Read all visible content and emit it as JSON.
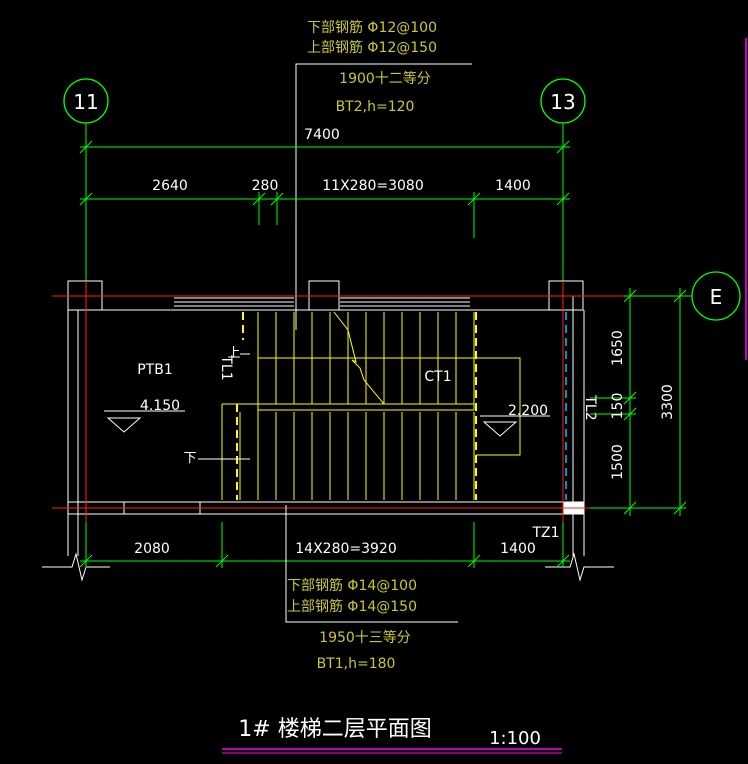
{
  "axes": {
    "left": "11",
    "right": "13",
    "row": "E"
  },
  "upper_note": {
    "bottom_rebar": "下部钢筋 Φ12@100",
    "top_rebar": "上部钢筋 Φ12@150",
    "division": "1900十二等分",
    "slab": "BT2,h=120"
  },
  "lower_note": {
    "bottom_rebar": "下部钢筋 Φ14@100",
    "top_rebar": "上部钢筋 Φ14@150",
    "division": "1950十三等分",
    "slab": "BT1,h=180"
  },
  "dims_top": {
    "total": "7400",
    "d1": "2640",
    "d2": "280",
    "d3": "11X280=3080",
    "d4": "1400"
  },
  "dims_bottom": {
    "d1": "2080",
    "d2": "14X280=3920",
    "d3": "1400"
  },
  "dims_right": {
    "d1": "1650",
    "d2": "150",
    "d3": "1500",
    "total": "3300"
  },
  "labels": {
    "ptb": "PTB1",
    "level_left": "4.150",
    "level_right": "2.200",
    "ct": "CT1",
    "tl_left": "TL1",
    "tl_right": "TL2",
    "tz": "TZ1",
    "up": "上",
    "down": "下"
  },
  "title": {
    "main": "1# 楼梯二层平面图",
    "scale": "1:100"
  },
  "colors": {
    "dim_green": "#00ff00",
    "stair_yellow": "#ffff00",
    "note_olive": "#c8c832",
    "wall_white": "#ffffff",
    "axis_red": "#ff2020",
    "title_magenta": "#ff00ff"
  }
}
